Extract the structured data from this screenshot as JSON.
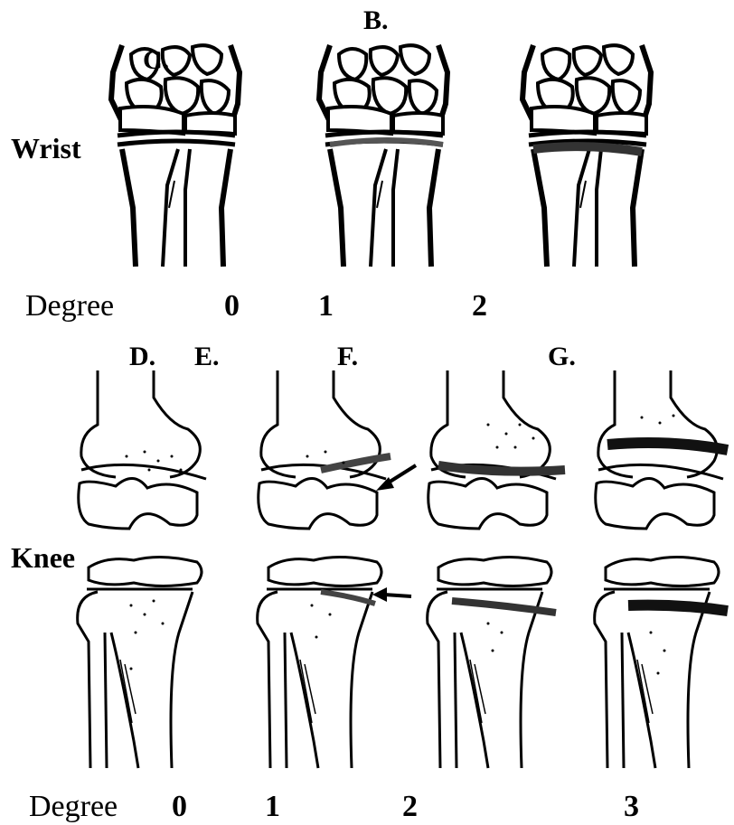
{
  "panel_labels": [
    "B.",
    "C.",
    "D.",
    "E.",
    "F.",
    "G."
  ],
  "row_labels": {
    "wrist": "Wrist",
    "knee": "Knee"
  },
  "degree_word": "Degree",
  "wrist_degrees": [
    "0",
    "1",
    "2"
  ],
  "knee_degrees": [
    "0",
    "1",
    "2",
    "3"
  ]
}
